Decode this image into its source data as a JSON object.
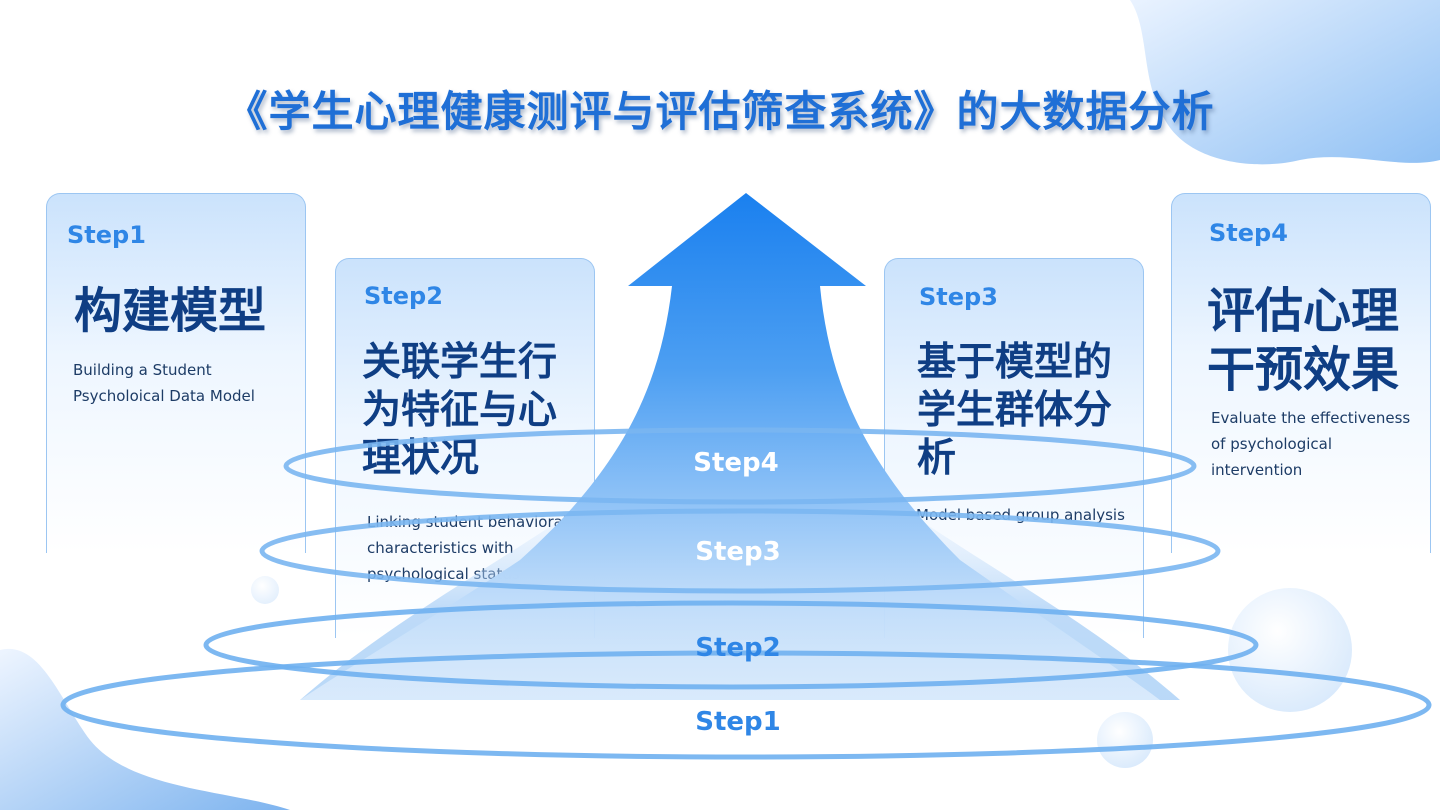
{
  "title": "《学生心理健康测评与评估筛查系统》的大数据分析",
  "cards": [
    {
      "step": "Step1",
      "heading": "构建模型",
      "desc": "Building a Student Psycholoical Data Model"
    },
    {
      "step": "Step2",
      "heading": "关联学生行为特征与心理状况",
      "desc": "Linking student behavioral characteristics with psychological status"
    },
    {
      "step": "Step3",
      "heading": "基于模型的学生群体分析",
      "desc": "Model based group analysis"
    },
    {
      "step": "Step4",
      "heading": "评估心理干预效果",
      "desc": "Evaluate the effectiveness of psychological intervention"
    }
  ],
  "rings": [
    "Step1",
    "Step2",
    "Step3",
    "Step4"
  ],
  "colors": {
    "accent": "#2f86e6",
    "heading": "#0f3e84",
    "title": "#1f6fd6",
    "ring": "#6fb0f0"
  }
}
